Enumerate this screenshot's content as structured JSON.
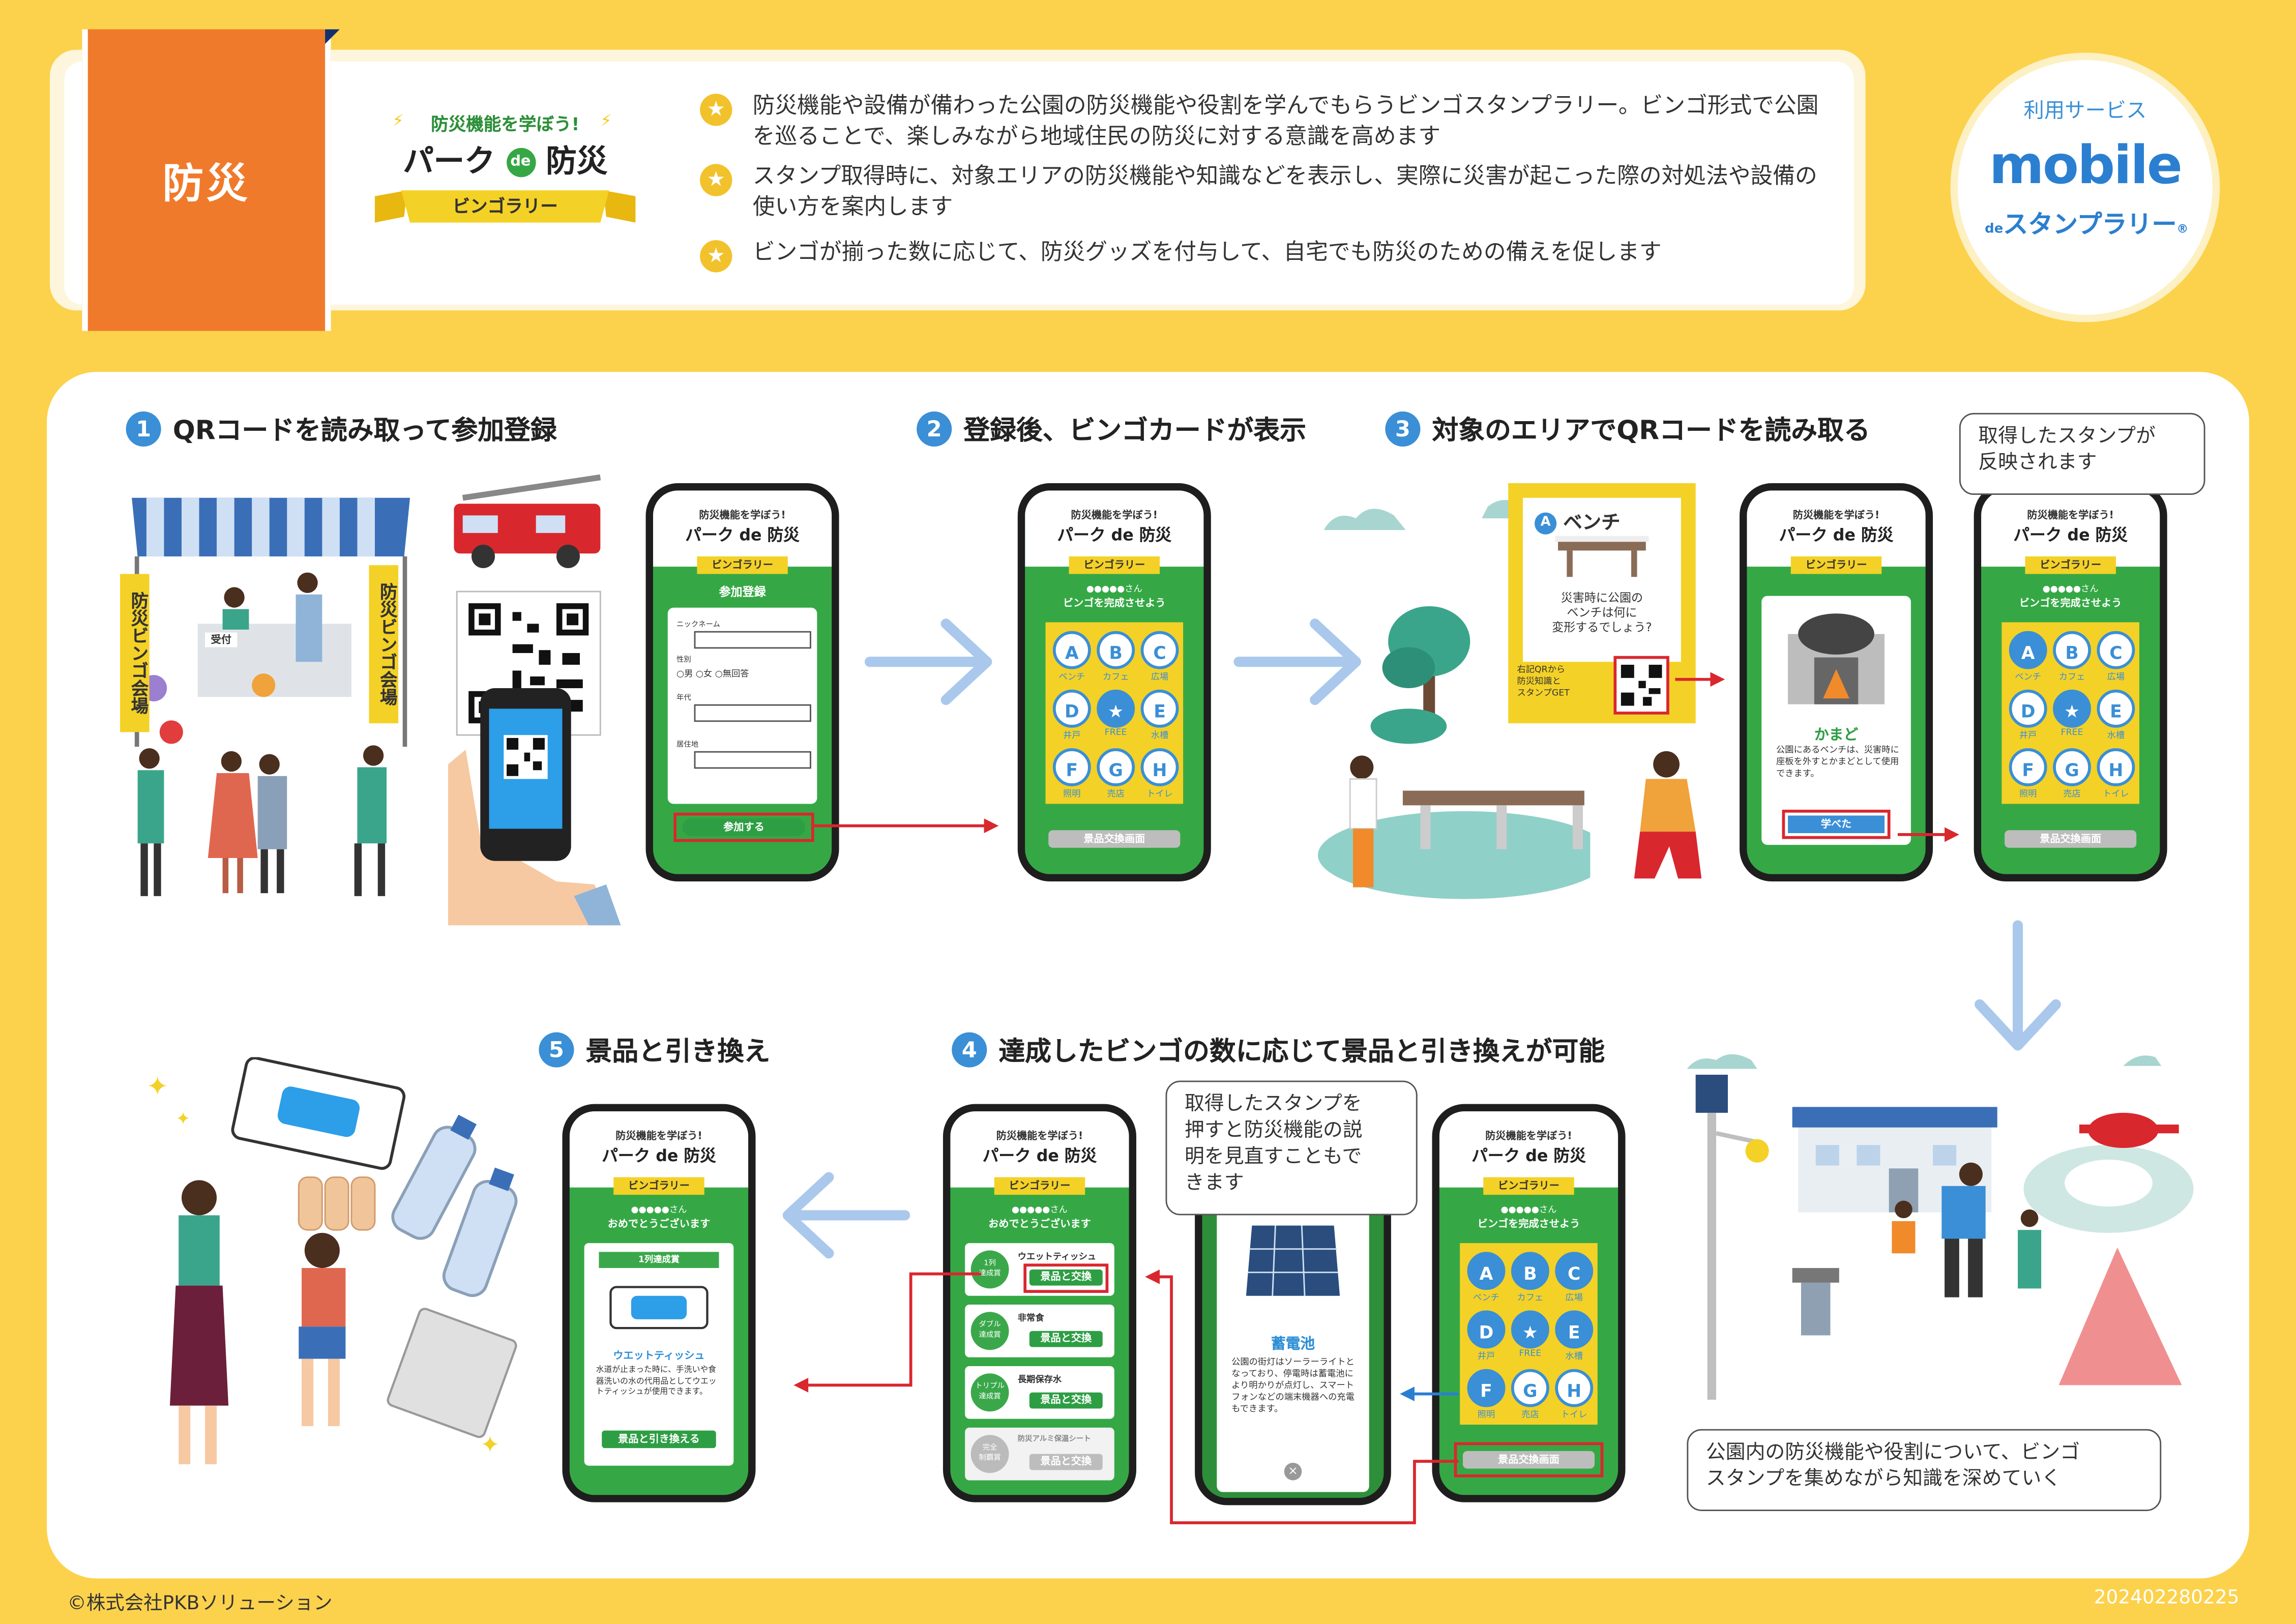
{
  "header": {
    "category": "防災",
    "logo": {
      "tagline": "防災機能を学ぼう!",
      "title_a": "パーク",
      "title_de": "de",
      "title_b": "防災",
      "ribbon": "ビンゴラリー"
    },
    "bullets": [
      "防災機能や設備が備わった公園の防災機能や役割を学んでもらうビンゴスタンプラリー。ビンゴ形式で公園を巡ることで、楽しみながら地域住民の防災に対する意識を高めます",
      "スタンプ取得時に、対象エリアの防災機能や知識などを表示し、実際に災害が起こった際の対処法や設備の使い方を案内します",
      "ビンゴが揃った数に応じて、防災グッズを付与して、自宅でも防災のための備えを促します"
    ],
    "service": {
      "label": "利用サービス",
      "brand": "mobile",
      "brand_de": "de",
      "brand_sub": "スタンプラリー",
      "reg": "®"
    }
  },
  "steps": [
    {
      "num": "1",
      "title": "QRコードを読み取って参加登録"
    },
    {
      "num": "2",
      "title": "登録後、ビンゴカードが表示"
    },
    {
      "num": "3",
      "title": "対象のエリアでQRコードを読み取る"
    },
    {
      "num": "4",
      "title": "達成したビンゴの数に応じて景品と引き換えが可能"
    },
    {
      "num": "5",
      "title": "景品と引き換え"
    }
  ],
  "venue": {
    "banner_left": "防災ビンゴ会場",
    "banner_right": "防災ビンゴ会場",
    "desk": "受付"
  },
  "phone_common": {
    "tagline": "防災機能を学ぼう!",
    "title": "パーク de 防災",
    "ribbon": "ビンゴラリー"
  },
  "register": {
    "heading": "参加登録",
    "nickname": "ニックネーム",
    "gender": "性別",
    "gender_opts": "○男 ○女 ○無回答",
    "age": "年代",
    "residence": "居住地",
    "submit": "参加する"
  },
  "bingo": {
    "user": "●●●●●さん",
    "prompt": "ビンゴを完成させよう",
    "cells": [
      {
        "letter": "A",
        "label": "ベンチ"
      },
      {
        "letter": "B",
        "label": "カフェ"
      },
      {
        "letter": "C",
        "label": "広場"
      },
      {
        "letter": "D",
        "label": "井戸"
      },
      {
        "letter": "★",
        "label": "FREE"
      },
      {
        "letter": "E",
        "label": "水槽"
      },
      {
        "letter": "F",
        "label": "照明"
      },
      {
        "letter": "G",
        "label": "売店"
      },
      {
        "letter": "H",
        "label": "トイレ"
      }
    ],
    "exchange": "景品交換画面"
  },
  "poster": {
    "letter": "A",
    "title": "ベンチ",
    "question": "災害時に公園の\nベンチは何に\n変形するでしょう?",
    "note": "右記QRから\n防災知識と\nスタンプGET"
  },
  "kamado": {
    "title": "かまど",
    "body": "公園にあるベンチは、災害時に座板を外すとかまどとして使用できます。",
    "button": "学べた"
  },
  "bubble_reflect": "取得したスタンプが\n反映されます",
  "bubble_review": "取得したスタンプを\n押すと防災機能の説\n明を見直すこともで\nきます",
  "battery": {
    "title": "蓄電池",
    "body": "公園の街灯はソーラーライトとなっており、停電時は蓄電池により明かりが点灯し、スマートフォンなどの端末機器への充電もできます。"
  },
  "bubble_park": "公園内の防災機能や役割について、ビンゴ\nスタンプを集めながら知識を深めていく",
  "prizes": {
    "congrats": "おめでとうございます",
    "items": [
      {
        "badge": "1列\n達成賞",
        "name": "ウエットティッシュ",
        "btn": "景品と交換"
      },
      {
        "badge": "ダブル\n達成賞",
        "name": "非常食",
        "btn": "景品と交換"
      },
      {
        "badge": "トリプル\n達成賞",
        "name": "長期保存水",
        "btn": "景品と交換"
      },
      {
        "badge": "完全\n制覇賞",
        "name": "防災アルミ保温シート",
        "btn": "景品と交換"
      }
    ]
  },
  "prize_detail": {
    "badge": "1列達成賞",
    "name": "ウエットティッシュ",
    "body": "水道が止まった時に、手洗いや食器洗いの水の代用品としてウエットティッシュが使用できます。",
    "button": "景品と引き換える"
  },
  "footer": {
    "copyright": "©株式会社PKBソリューション",
    "code": "202402280225"
  },
  "colors": {
    "background": "#fcd24c",
    "orange": "#f07a2b",
    "green": "#35a845",
    "blue": "#3a8fd6",
    "red": "#d9272e"
  }
}
